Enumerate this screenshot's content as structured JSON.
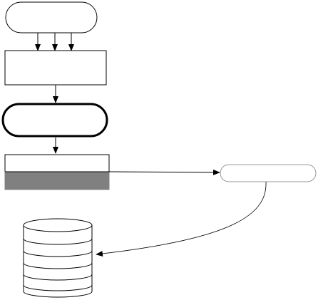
{
  "diagram": {
    "nodes": [
      {
        "id": "start",
        "shape": "terminator",
        "label": ""
      },
      {
        "id": "process-1",
        "shape": "process",
        "label": ""
      },
      {
        "id": "terminator-bold",
        "shape": "terminator",
        "emphasis": "bold",
        "label": ""
      },
      {
        "id": "split-block",
        "shape": "split-rectangle",
        "fill_lower": "#808080",
        "label": ""
      },
      {
        "id": "pill-right",
        "shape": "terminator",
        "label": ""
      },
      {
        "id": "database",
        "shape": "stacked-cylinder",
        "label": ""
      }
    ],
    "edges": [
      {
        "from": "start",
        "to": "process-1",
        "count": 3
      },
      {
        "from": "process-1",
        "to": "terminator-bold"
      },
      {
        "from": "terminator-bold",
        "to": "split-block"
      },
      {
        "from": "split-block",
        "to": "pill-right"
      },
      {
        "from": "pill-right",
        "to": "database",
        "style": "curved"
      }
    ],
    "colors": {
      "stroke": "#000000",
      "stroke_light": "#999999",
      "fill": "#ffffff",
      "fill_dark": "#808080"
    }
  }
}
